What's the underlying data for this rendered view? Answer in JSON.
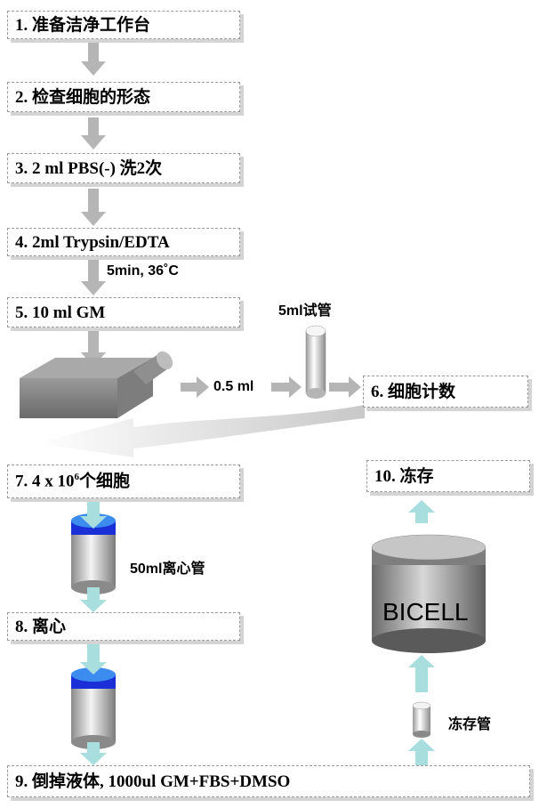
{
  "steps": {
    "s1": "1.  准备洁净工作台",
    "s2": "2.  检查细胞的形态",
    "s3": "3. 2 ml PBS(-)  洗2次",
    "s4": "4. 2ml Trypsin/EDTA",
    "s5": "5. 10 ml GM",
    "s6": "6.  细胞计数",
    "s7_prefix": "7. 4 x 10",
    "s7_sup": "6",
    "s7_suffix": "个细胞",
    "s8": "8.  离心",
    "s9": "9.  倒掉液体, 1000ul GM+FBS+DMSO",
    "s10": "10.  冻存"
  },
  "labels": {
    "incubation": "5min, 36˚C",
    "tube_5ml": "5ml试管",
    "volume_05": "0.5 ml",
    "tube_50ml": "50ml离心管",
    "bicell": "BICELL",
    "cryotube": "冻存管"
  },
  "colors": {
    "arrow_gray": "#b5b5b5",
    "arrow_blue": "#a8dede",
    "cap_blue": "#1a2fd6"
  }
}
